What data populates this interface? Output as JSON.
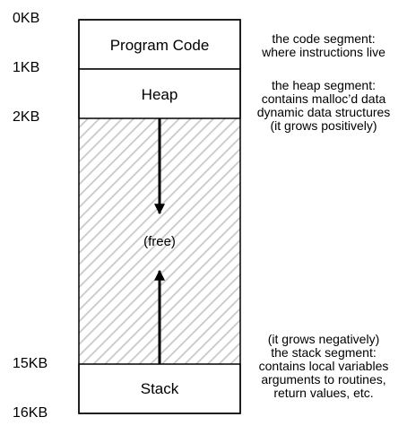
{
  "addresses": {
    "a0": "0KB",
    "a1": "1KB",
    "a2": "2KB",
    "a15": "15KB",
    "a16": "16KB"
  },
  "segments": {
    "code": "Program Code",
    "heap": "Heap",
    "free": "(free)",
    "stack": "Stack"
  },
  "notes": {
    "code": [
      "the code segment:",
      "where instructions live"
    ],
    "heap": [
      "the heap segment:",
      "contains malloc’d data",
      "dynamic data structures",
      "(it grows positively)"
    ],
    "stack": [
      "(it grows negatively)",
      "the stack segment:",
      "contains local variables",
      "arguments to routines,",
      "return values, etc."
    ]
  },
  "colors": {
    "line": "#000000",
    "hatch": "#c8c8c8",
    "background": "#ffffff"
  }
}
